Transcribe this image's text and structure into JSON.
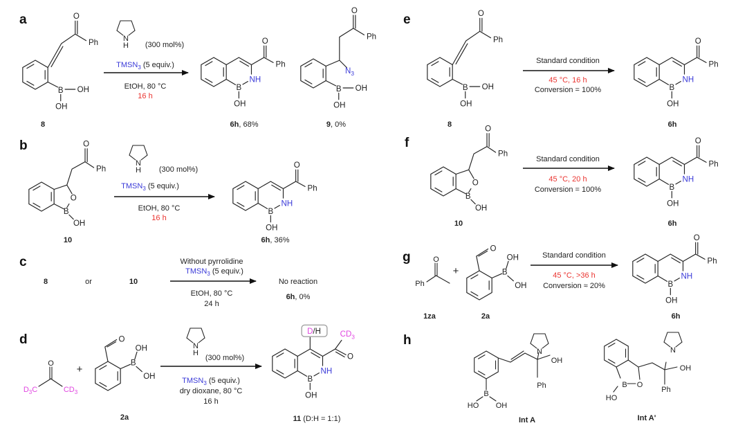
{
  "atoms": {
    "O": "O",
    "Ph": "Ph",
    "B": "B",
    "OH": "OH",
    "HO": "HO",
    "NH": "NH",
    "N": "N",
    "H": "H",
    "N3_sub": "3",
    "D3C_a": "D",
    "D3C_sub": "3",
    "D3C_b": "C",
    "CD3_a": "CD",
    "CD3_sub": "3",
    "D": "D",
    "slashH": "/H"
  },
  "colors": {
    "reagent": "#3a3ad8",
    "time": "#ea3430",
    "deuterium": "#e046e0"
  },
  "panels": {
    "a": {
      "label": "a",
      "amount": "(300 mol%)",
      "tms": "TMSN",
      "tms_sub": "3",
      "equiv": " (5 equiv.)",
      "cond": "EtOH, 80 °C",
      "time": "16 h",
      "sm": "8",
      "product": "6h",
      "product_yield": ", 68%",
      "side": "9",
      "side_yield": ", 0%"
    },
    "b": {
      "label": "b",
      "amount": "(300 mol%)",
      "tms": "TMSN",
      "tms_sub": "3",
      "equiv": " (5 equiv.)",
      "cond": "EtOH, 80 °C",
      "time": "16 h",
      "sm": "10",
      "product": "6h",
      "product_yield": ", 36%"
    },
    "c": {
      "label": "c",
      "sm1": "8",
      "or": "or",
      "sm2": "10",
      "without": "Without pyrrolidine",
      "tms": "TMSN",
      "tms_sub": "3",
      "equiv": " (5 equiv.)",
      "cond": "EtOH, 80 °C",
      "time": "24 h",
      "result": "No reaction",
      "product": "6h",
      "product_yield": ", 0%"
    },
    "d": {
      "label": "d",
      "plus": "+",
      "amount": "(300 mol%)",
      "tms": "TMSN",
      "tms_sub": "3",
      "equiv": " (5 equiv.)",
      "cond": "dry dioxane, 80 °C",
      "time": "16 h",
      "sm": "2a",
      "product": "11",
      "product_ratio": " (D:H = 1:1)"
    },
    "e": {
      "label": "e",
      "cond": "Standard condition",
      "temp_time": "45 °C, 16 h",
      "conversion": "Conversion = 100%",
      "sm": "8",
      "product": "6h"
    },
    "f": {
      "label": "f",
      "cond": "Standard condition",
      "temp_time": "45 °C, 20 h",
      "conversion": "Conversion = 100%",
      "sm": "10",
      "product": "6h"
    },
    "g": {
      "label": "g",
      "plus": "+",
      "cond": "Standard condition",
      "temp_time": "45 °C, >36 h",
      "conversion": "Conversion ≈ 20%",
      "sm1": "1za",
      "sm2": "2a",
      "product": "6h"
    },
    "h": {
      "label": "h",
      "int1": "Int A",
      "int2": "Int A'"
    }
  }
}
